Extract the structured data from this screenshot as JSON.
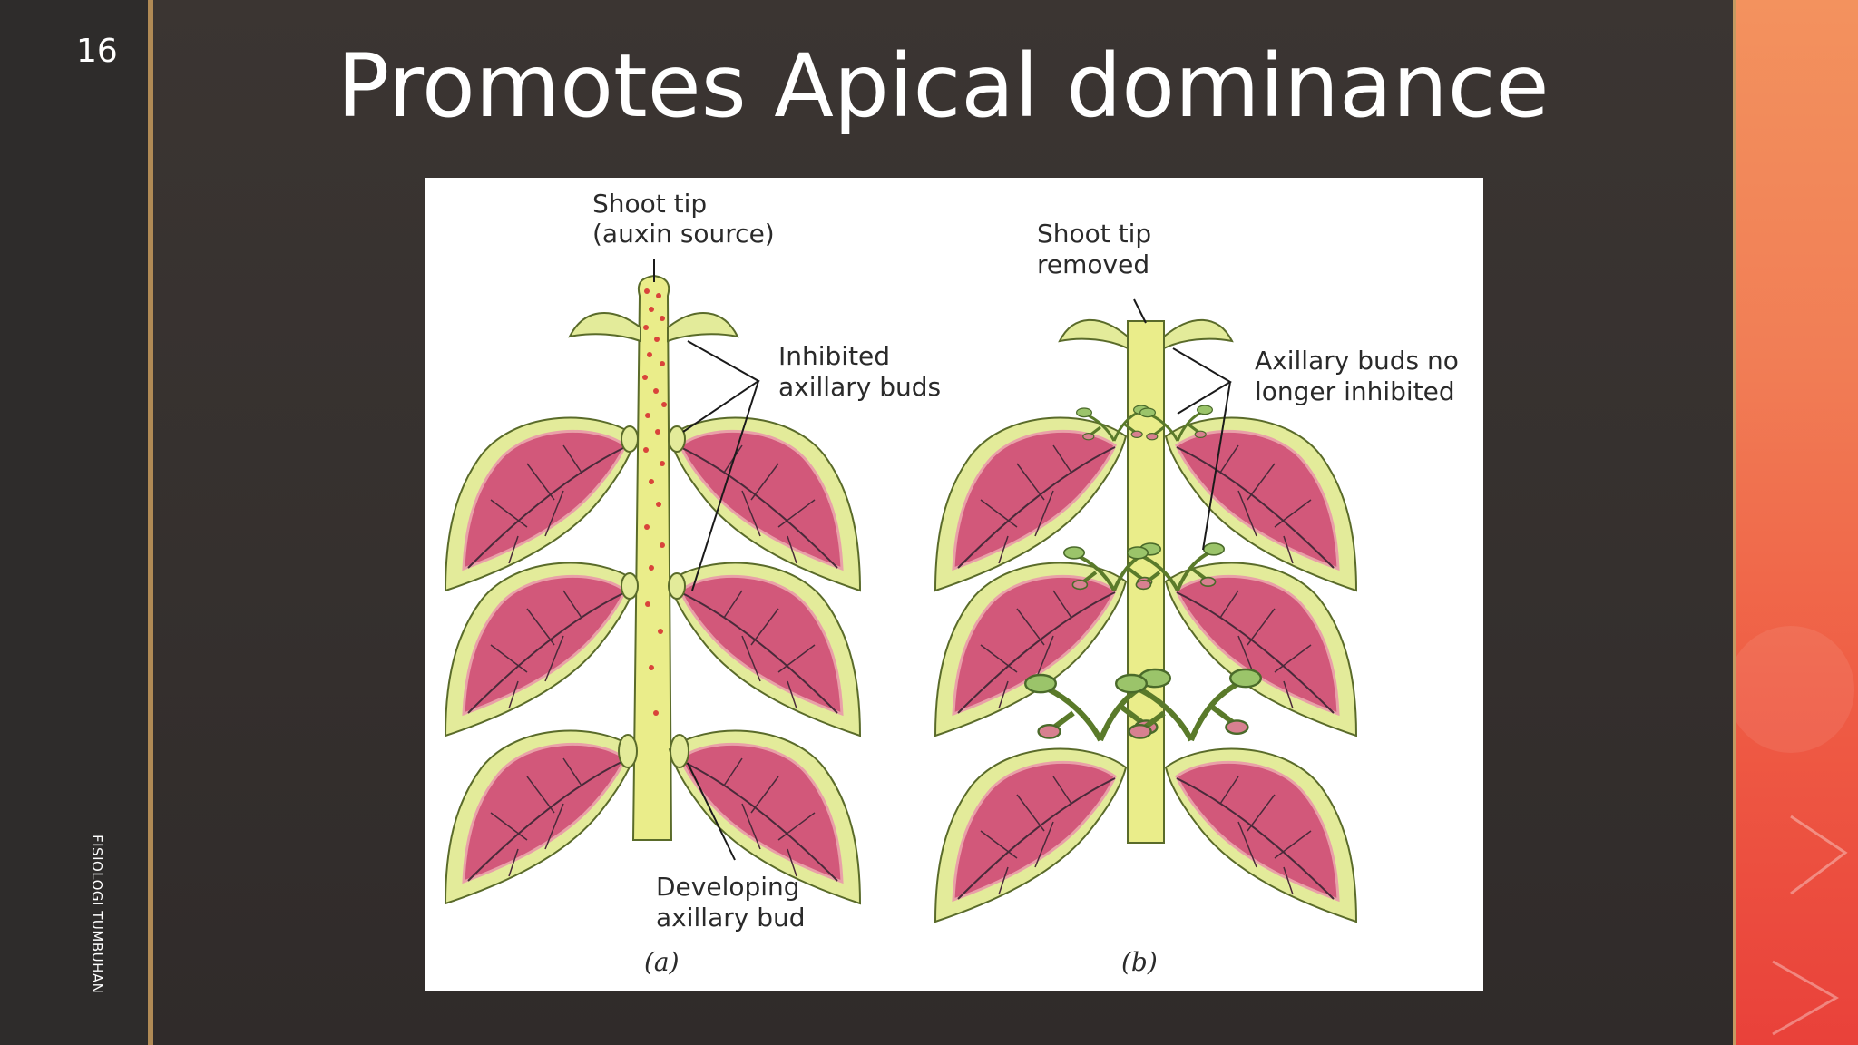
{
  "slide": {
    "number": "16",
    "title": "Promotes Apical dominance",
    "footer": "FISIOLOGI TUMBUHAN"
  },
  "figure": {
    "panel_a": {
      "caption": "(a)",
      "shoot_tip_label": [
        "Shoot tip",
        "(auxin source)"
      ],
      "inhibited_label": [
        "Inhibited",
        "axillary buds"
      ],
      "developing_label": [
        "Developing",
        "axillary bud"
      ]
    },
    "panel_b": {
      "caption": "(b)",
      "removed_label": [
        "Shoot tip",
        "removed"
      ],
      "released_label": [
        "Axillary buds no",
        "longer inhibited"
      ]
    }
  },
  "colors": {
    "stem": "#eaed8a",
    "leaf_rim": "#e3eb9a",
    "leaf_center": "#d2587a",
    "auxin_dots": "#d9443a",
    "accent_gold": "#b08a55"
  }
}
